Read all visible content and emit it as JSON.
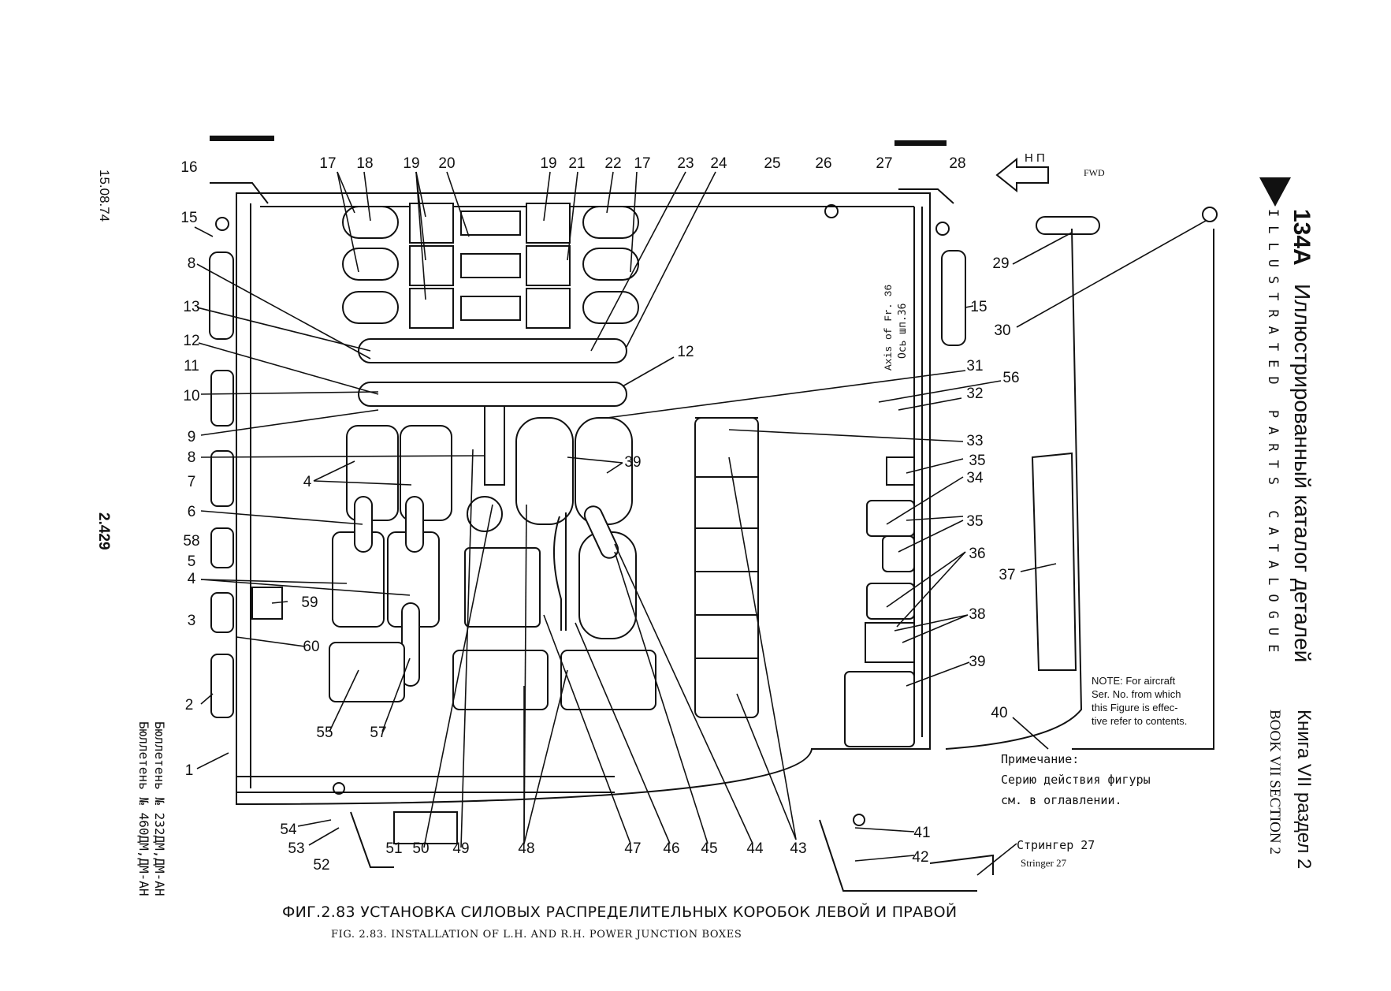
{
  "header": {
    "book_code": "134A",
    "title_ru": "Иллюстрированный  каталог деталей",
    "title_en": "ILLUSTRATED  PARTS  CATALOGUE",
    "book_ru": "Книга VII  раздел 2",
    "book_en": "BOOK VII SECTION 2"
  },
  "margin": {
    "date": "15.08.74",
    "page": "2.429",
    "bulletin_1": "Бюллетень № 232ДМ,ДМ-АН",
    "bulletin_2": "Бюллетень № 460ДМ,ДМ-АН"
  },
  "orientation": {
    "direction_ru": "Н П",
    "direction_en": "FWD",
    "axis_en": "Axis of Fr. 36",
    "axis_ru": "Ось шп.36"
  },
  "notes": {
    "note_en": "NOTE: For aircraft\nSer. No. from which\nthis Figure is effec-\ntive refer to contents.",
    "note_ru_1": "Примечание:",
    "note_ru_2": "Серию действия фигуры",
    "note_ru_3": "см. в оглавлении.",
    "stringer_ru": "Стрингер 27",
    "stringer_en": "Stringer 27"
  },
  "caption": {
    "ru": "ФИГ.2.83  УСТАНОВКА СИЛОВЫХ РАСПРЕДЕЛИТЕЛЬНЫХ КОРОБОК ЛЕВОЙ И ПРАВОЙ",
    "en": "FIG. 2.83. INSTALLATION OF L.H. AND R.H. POWER JUNCTION BOXES"
  },
  "callouts": {
    "top": [
      "17",
      "18",
      "19",
      "20",
      "19",
      "21",
      "22",
      "17",
      "23",
      "24",
      "25",
      "26",
      "27",
      "28"
    ],
    "left": [
      "16",
      "15",
      "8",
      "13",
      "12",
      "11",
      "10",
      "9",
      "8",
      "7",
      "6",
      "58",
      "5",
      "4",
      "3",
      "60",
      "2",
      "1"
    ],
    "inner": [
      "4",
      "4",
      "59",
      "39",
      "12",
      "31",
      "56",
      "32",
      "33",
      "35",
      "34",
      "35",
      "36",
      "37",
      "38",
      "39",
      "40",
      "29",
      "30",
      "15"
    ],
    "bottom": [
      "54",
      "53",
      "52",
      "51",
      "50",
      "49",
      "48",
      "47",
      "46",
      "45",
      "44",
      "43",
      "41",
      "42",
      "55",
      "57"
    ]
  }
}
